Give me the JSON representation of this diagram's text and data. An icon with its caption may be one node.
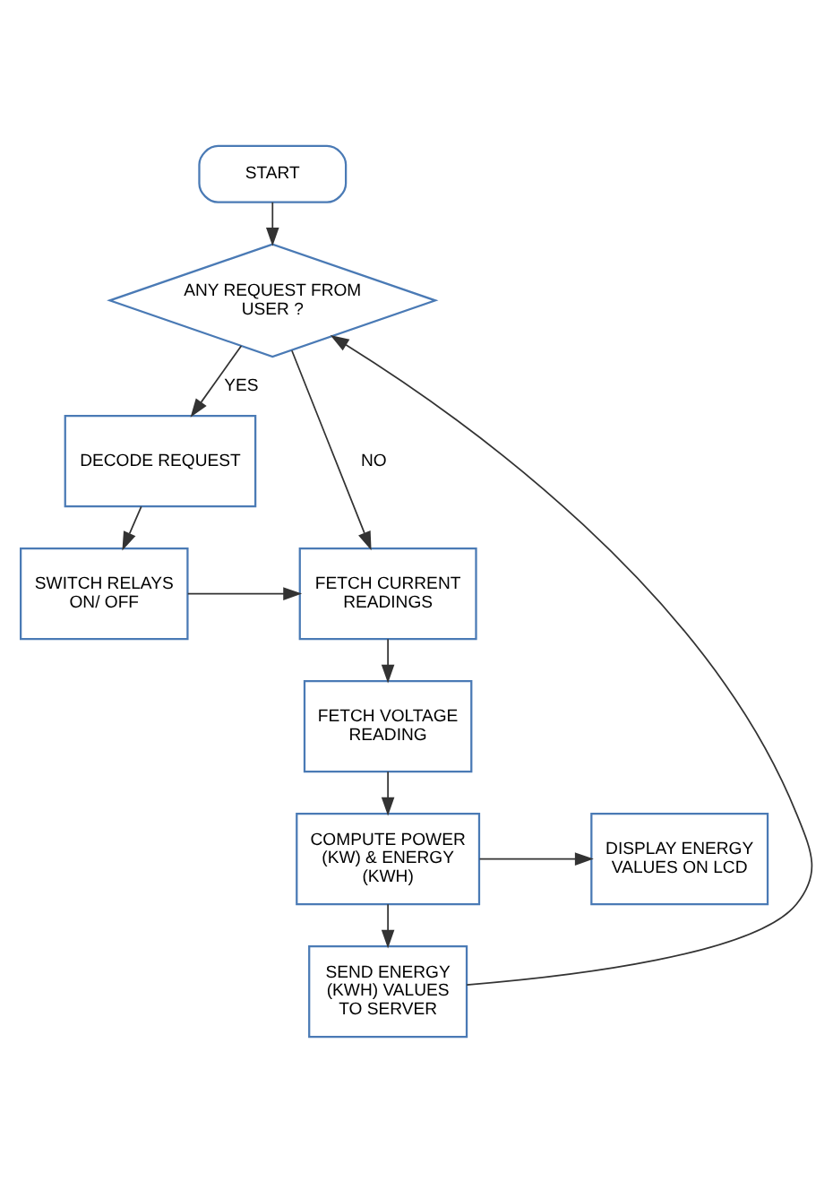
{
  "diagram": {
    "nodes": [
      {
        "text": [
          "START"
        ]
      },
      {
        "text": [
          "ANY REQUEST FROM USER ?"
        ]
      },
      {
        "text": [
          "DECODE REQUEST"
        ]
      },
      {
        "text": [
          "SWITCH RELAYS ON/ OFF"
        ]
      },
      {
        "text": [
          "FETCH CURRENT READINGS"
        ]
      },
      {
        "text": [
          "FETCH VOLTAGE READING"
        ]
      },
      {
        "text": [
          "COMPUTE POWER (KW) & ENERGY (KWH)"
        ]
      },
      {
        "text": [
          "DISPLAY ENERGY VALUES ON LCD"
        ]
      },
      {
        "text": [
          "SEND ENERGY (KWH) VALUES TO SERVER"
        ]
      }
    ],
    "edges": [
      {
        "from": 0,
        "to": 1,
        "arrow": "to"
      },
      {
        "from": 1,
        "to": 2,
        "arrow": "to",
        "label": "YES"
      },
      {
        "from": 1,
        "to": 4,
        "arrow": "to",
        "label": "NO"
      },
      {
        "from": 2,
        "to": 3,
        "arrow": "to"
      },
      {
        "from": 3,
        "to": 4,
        "arrow": "to"
      },
      {
        "from": 4,
        "to": 5,
        "arrow": "to"
      },
      {
        "from": 5,
        "to": 6,
        "arrow": "to"
      },
      {
        "from": 6,
        "to": 7,
        "arrow": "to"
      },
      {
        "from": 6,
        "to": 8,
        "arrow": "to"
      },
      {
        "from": 8,
        "to": 1,
        "arrow": "to"
      }
    ]
  }
}
